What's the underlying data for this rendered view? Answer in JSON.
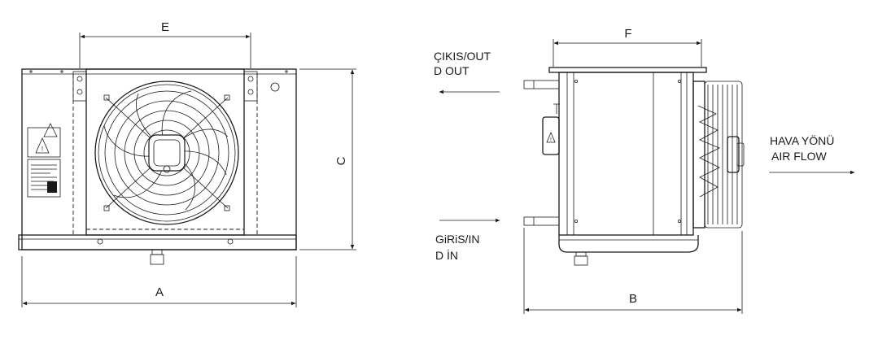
{
  "dimensions": {
    "a": "A",
    "b": "B",
    "c": "C",
    "e": "E",
    "f": "F"
  },
  "flow_labels": {
    "outlet_line1": "ÇIKIS/OUT",
    "outlet_line2": "D OUT",
    "inlet_line1": "GiRiS/IN",
    "inlet_line2": "D İN",
    "airflow_line1": "HAVA YÖNÜ",
    "airflow_line2": "AIR FLOW"
  },
  "icons": {
    "warning": "warning-triangle-icon",
    "fan": "fan-icon"
  }
}
